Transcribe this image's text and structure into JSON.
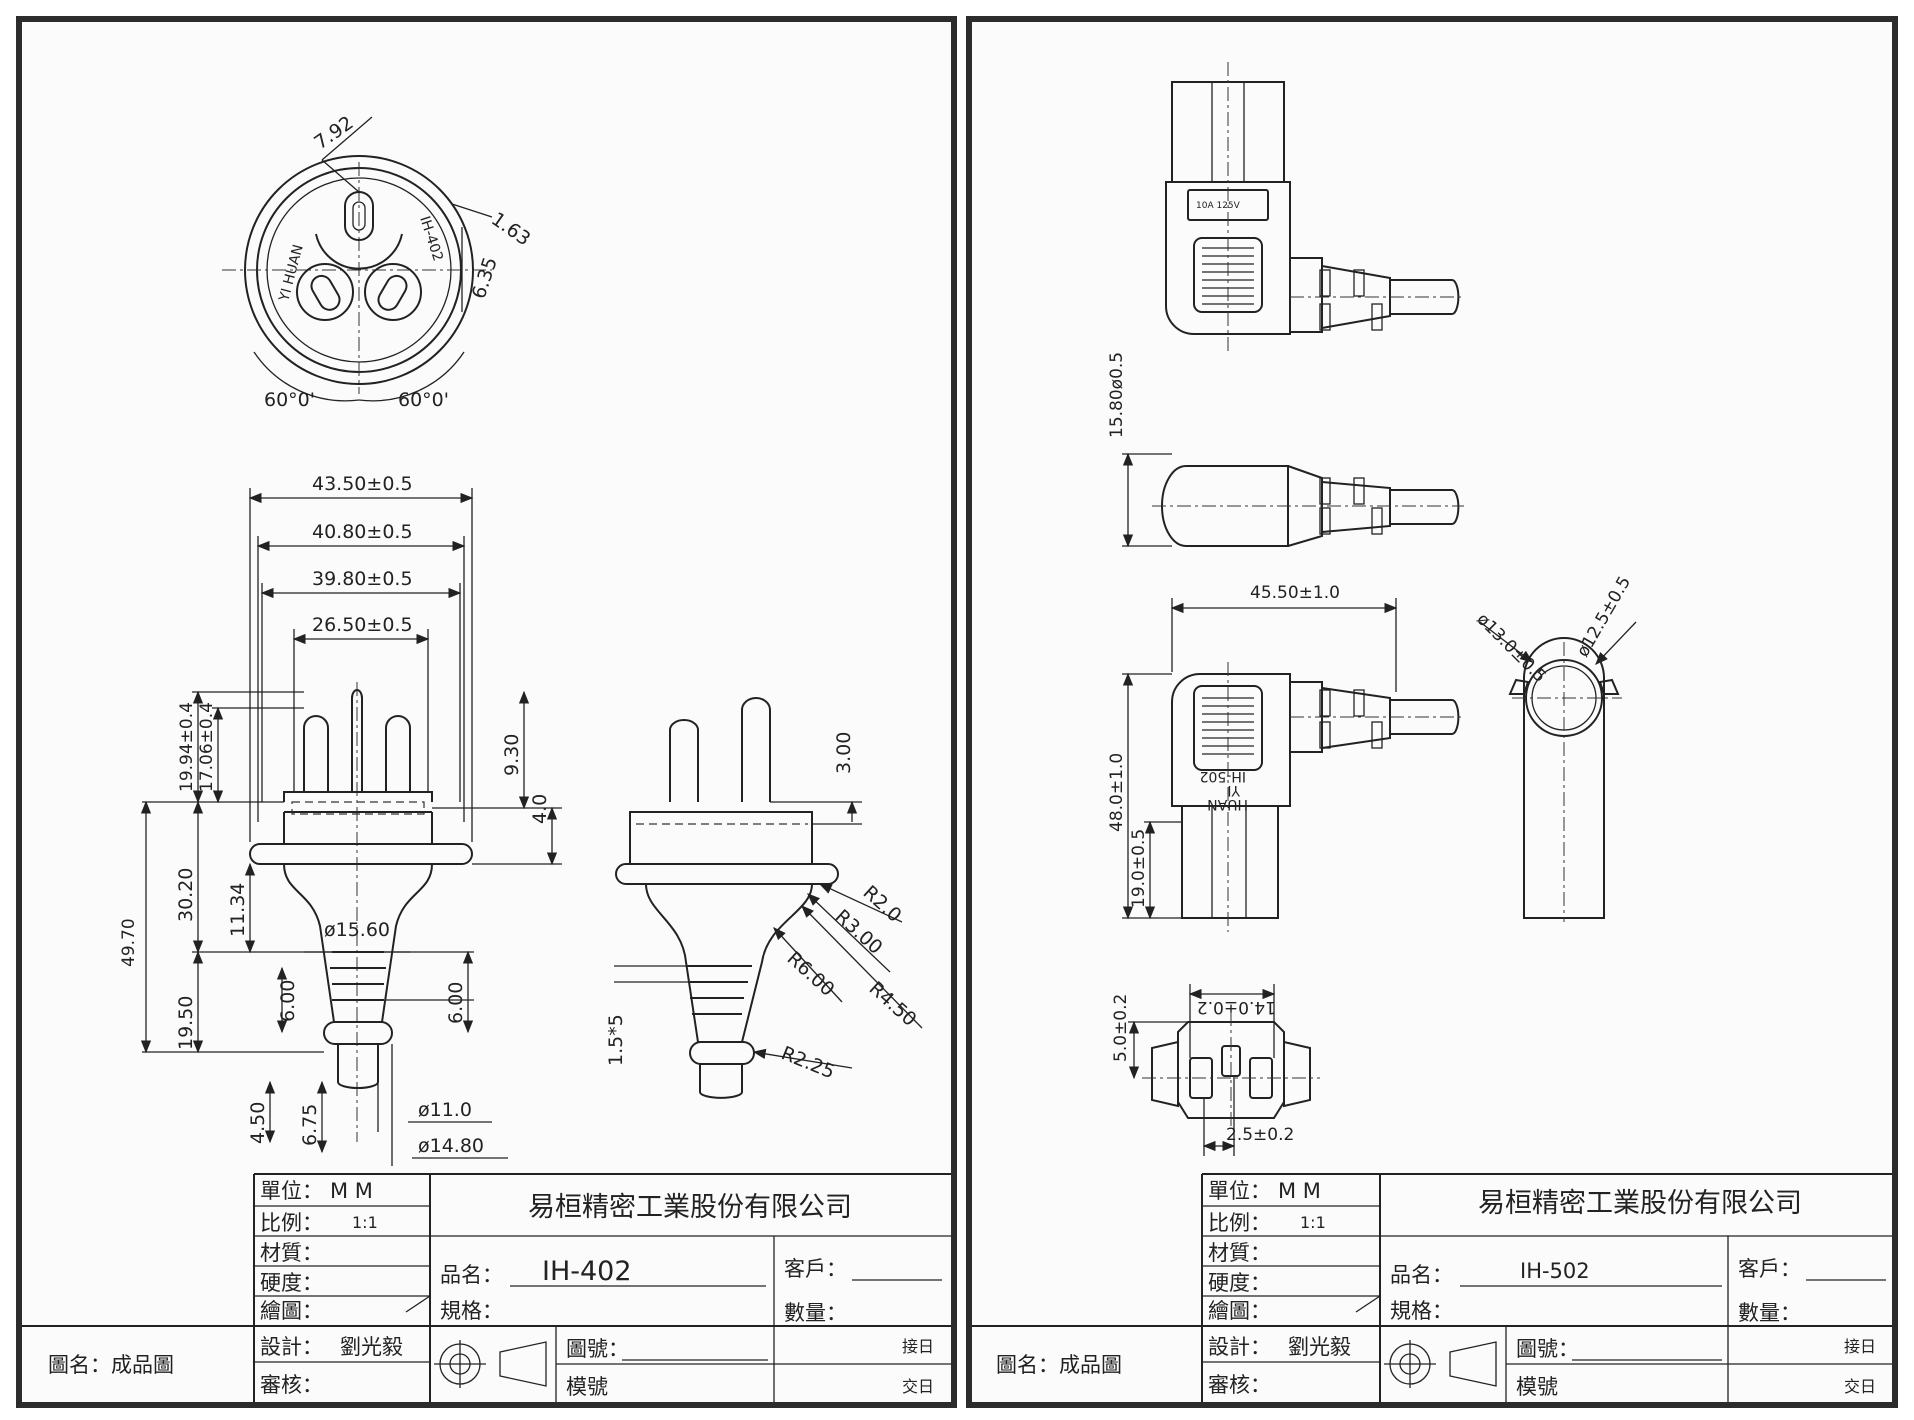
{
  "sheets": [
    {
      "company": "易桓精密工業股份有限公司",
      "unit_label": "單位：",
      "unit_value": "M M",
      "scale_label": "比例：",
      "scale_value": "1:1",
      "material_label": "材質：",
      "hardness_label": "硬度：",
      "drawn_label": "繪圖：",
      "design_label": "設計：",
      "designer": "劉光毅",
      "review_label": "審核：",
      "product_name_label": "品名：",
      "product_name": "IH-402",
      "spec_label": "規格：",
      "customer_label": "客戶：",
      "quantity_label": "數量：",
      "drawing_no_label": "圖號：",
      "mold_no_label": "模號",
      "receive_label": "接日",
      "deliver_label": "交日",
      "title_label": "圖名：成品圖",
      "face_text_1": "YI HUAN",
      "face_text_2": "IH-402",
      "dimensions": {
        "d1": "7.92",
        "d2": "1.63",
        "d3": "6.35",
        "a1": "60°0'",
        "a2": "60°0'",
        "w1": "43.50±0.5",
        "w2": "40.80±0.5",
        "w3": "39.80±0.5",
        "w4": "26.50±0.5",
        "h1": "19.94±0.4",
        "h2": "17.06±0.4",
        "h3": "9.30",
        "h4": "4.0",
        "h5": "49.70",
        "h6": "30.20",
        "h7": "11.34",
        "h8": "19.50",
        "h9": "6.00",
        "h10": "6.00",
        "h11": "4.50",
        "h12": "6.75",
        "dia1": "ø15.60",
        "dia2": "ø11.0",
        "dia3": "ø14.80",
        "s1": "3.00",
        "s2": "1.5*5",
        "r1": "R2.0",
        "r2": "R3.00",
        "r3": "R4.50",
        "r4": "R6.00",
        "r5": "R2.25"
      }
    },
    {
      "company": "易桓精密工業股份有限公司",
      "unit_label": "單位：",
      "unit_value": "M M",
      "scale_label": "比例：",
      "scale_value": "1:1",
      "material_label": "材質：",
      "hardness_label": "硬度：",
      "drawn_label": "繪圖：",
      "design_label": "設計：",
      "designer": "劉光毅",
      "review_label": "審核：",
      "product_name_label": "品名：",
      "product_name": "IH-502",
      "spec_label": "規格：",
      "customer_label": "客戶：",
      "quantity_label": "數量：",
      "drawing_no_label": "圖號：",
      "mold_no_label": "模號",
      "receive_label": "接日",
      "deliver_label": "交日",
      "title_label": "圖名：成品圖",
      "rating": "10A 125V",
      "body_text_1": "YI",
      "body_text_2": "HUAN",
      "body_text_3": "IH-502",
      "dimensions": {
        "d1": "15.80ø0.5",
        "w1": "45.50±1.0",
        "h1": "48.0±1.0",
        "h2": "19.0±0.5",
        "dia1": "ø13.0±0.5",
        "dia2": "ø12.5±0.5",
        "f1": "14.0±0.2",
        "f2": "5.0±0.2",
        "f3": "2.5±0.2"
      }
    }
  ]
}
